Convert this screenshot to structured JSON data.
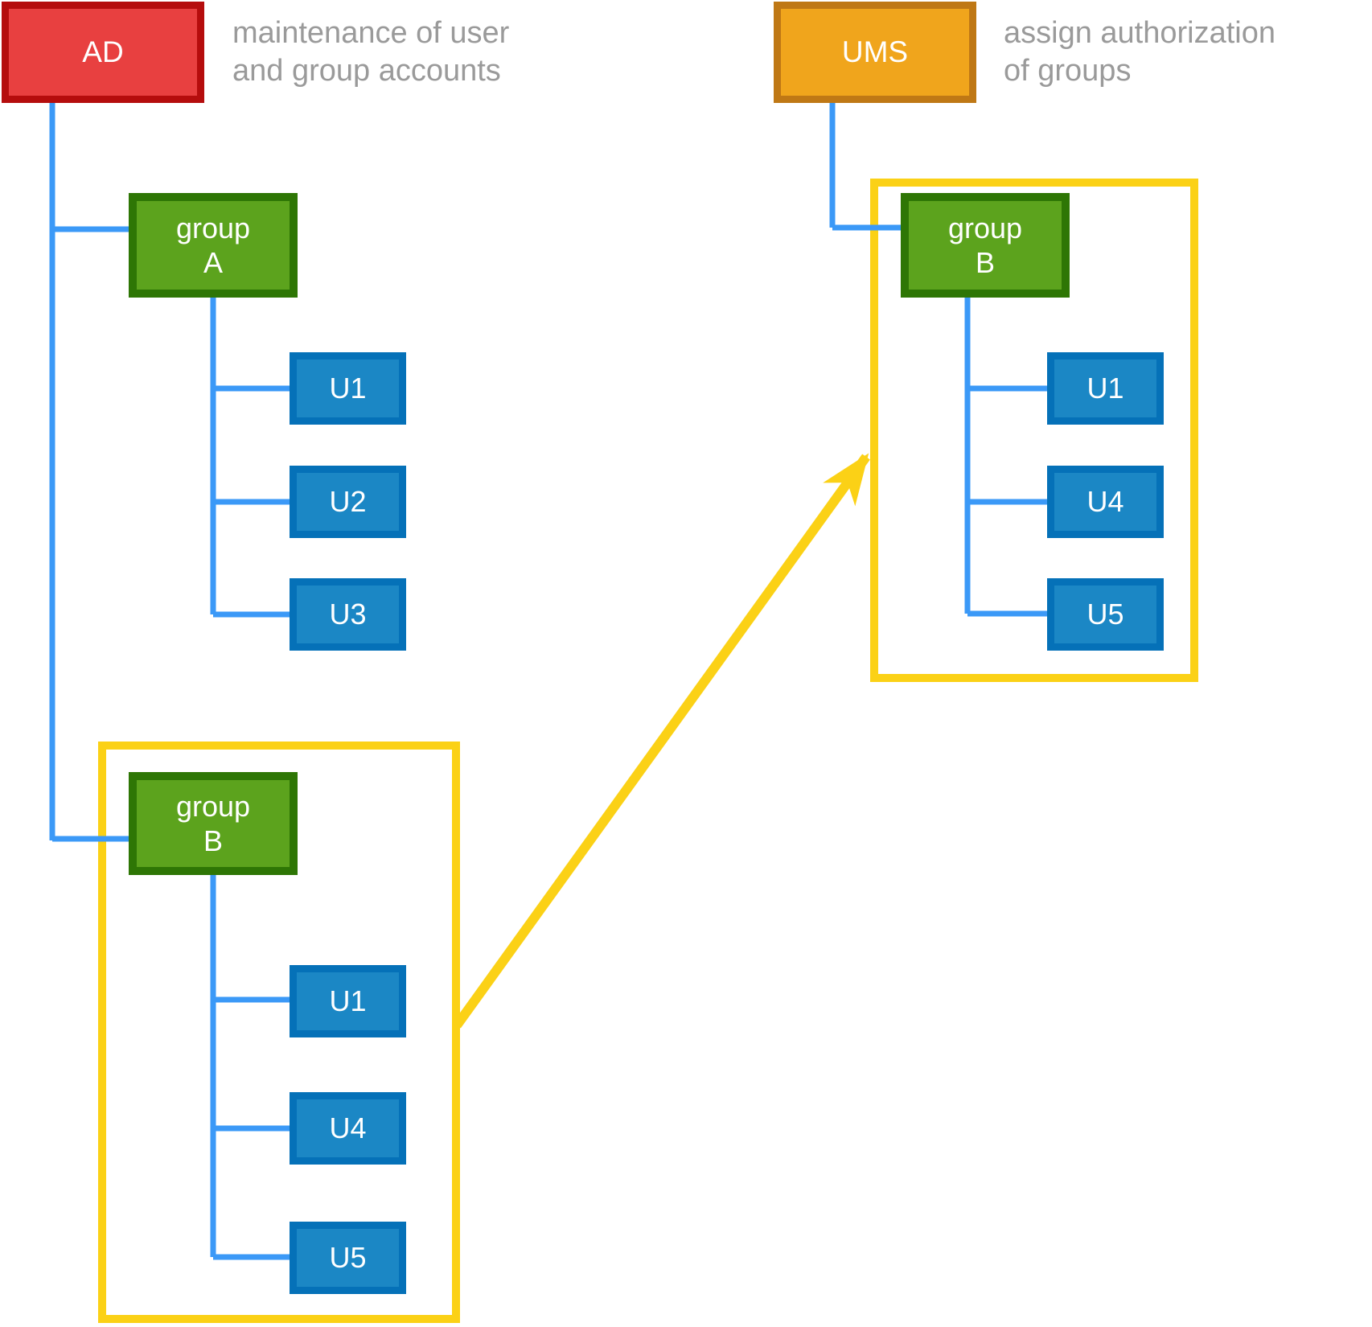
{
  "diagram": {
    "ad": {
      "label": "AD",
      "caption": "maintenance of user\nand group accounts"
    },
    "ums": {
      "label": "UMS",
      "caption": "assign authorization\nof groups"
    },
    "left_tree": {
      "group_a": {
        "label": "group\nA",
        "users": [
          "U1",
          "U2",
          "U3"
        ]
      },
      "group_b": {
        "label": "group\nB",
        "users": [
          "U1",
          "U4",
          "U5"
        ]
      }
    },
    "right_tree": {
      "group_b": {
        "label": "group\nB",
        "users": [
          "U1",
          "U4",
          "U5"
        ]
      }
    },
    "colors": {
      "ad_fill": "#e84040",
      "ad_border": "#b50d0d",
      "ums_fill": "#f0a51c",
      "ums_border": "#bf7815",
      "group_fill": "#5ca31d",
      "group_border": "#2e7605",
      "user_fill": "#1b87c5",
      "user_border": "#0571b8",
      "connector_blue": "#3b99f7",
      "highlight_yellow": "#fbd116",
      "caption_gray": "#9a9a9a"
    }
  }
}
